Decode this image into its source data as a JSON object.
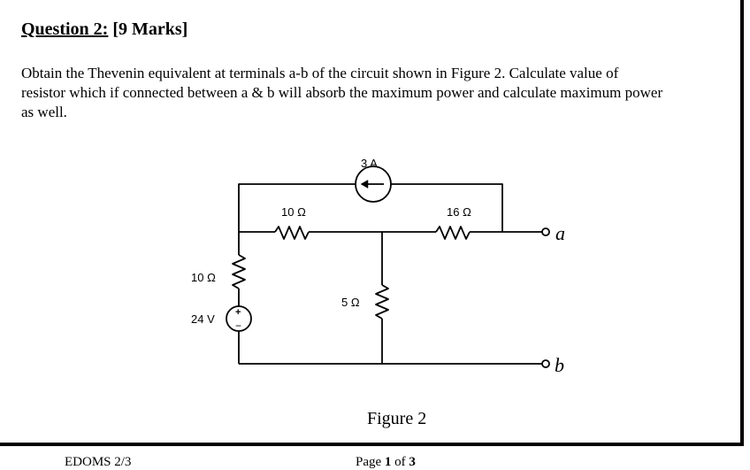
{
  "question": {
    "label": "Question 2:",
    "marks": "[9 Marks]",
    "lines": [
      "Obtain the Thevenin equivalent at terminals a-b of the circuit shown in Figure 2. Calculate value of",
      "resistor which if connected between a & b will absorb the maximum power and calculate maximum power",
      "as well."
    ]
  },
  "circuit": {
    "current_source": "3 A",
    "r_top_left": "10 Ω",
    "r_top_right": "16 Ω",
    "r_left": "10 Ω",
    "r_middle": "5 Ω",
    "voltage_source": "24 V",
    "terminal_a": "a",
    "terminal_b": "b",
    "plus_sign": "+",
    "minus_sign": "−"
  },
  "figure_caption": "Figure 2",
  "footer": {
    "left": "EDOMS 2/3",
    "page_prefix": "Page ",
    "page_num": "1",
    "page_of": " of ",
    "page_total": "3"
  }
}
